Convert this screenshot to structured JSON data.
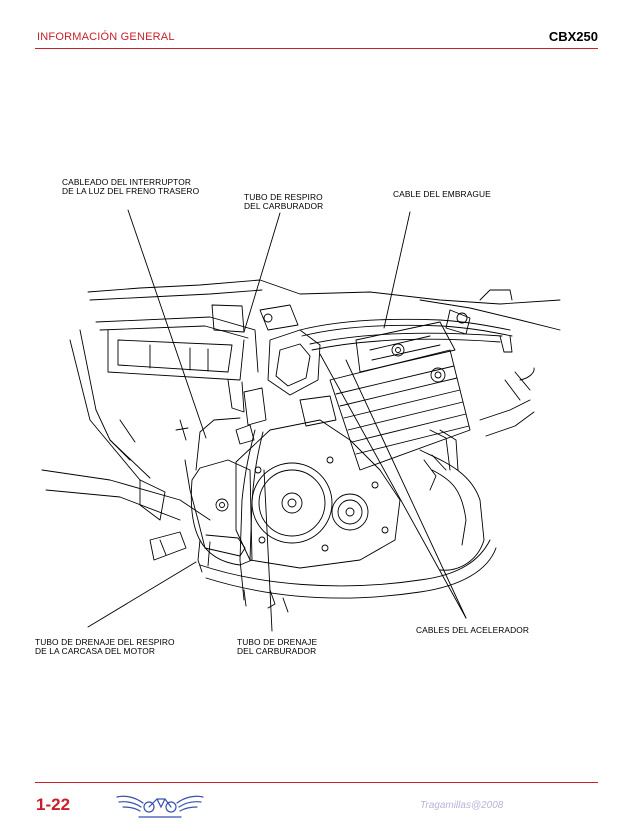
{
  "header": {
    "section_title": "INFORMACIÓN GENERAL",
    "model": "CBX250"
  },
  "labels": {
    "rear_brake_switch_wiring": "CABLEADO DEL INTERRUPTOR\nDE LA LUZ DEL FRENO TRASERO",
    "carb_breather_tube": "TUBO DE RESPIRO\nDEL CARBURADOR",
    "clutch_cable": "CABLE DEL EMBRAGUE",
    "throttle_cables": "CABLES DEL ACELERADOR",
    "crankcase_breather_drain": "TUBO DE DRENAJE DEL RESPIRO\nDE LA CARCASA DEL MOTOR",
    "carb_drain_tube": "TUBO DE DRENAJE\nDEL CARBURADOR"
  },
  "footer": {
    "page_number": "1-22",
    "credit": "Tragamillas@2008"
  },
  "colors": {
    "accent": "#c8202a",
    "credit": "#b9b3da",
    "logo": "#3a4fb0",
    "line": "#000000"
  },
  "icons": {
    "logo": "winged-motorcycle-logo"
  }
}
